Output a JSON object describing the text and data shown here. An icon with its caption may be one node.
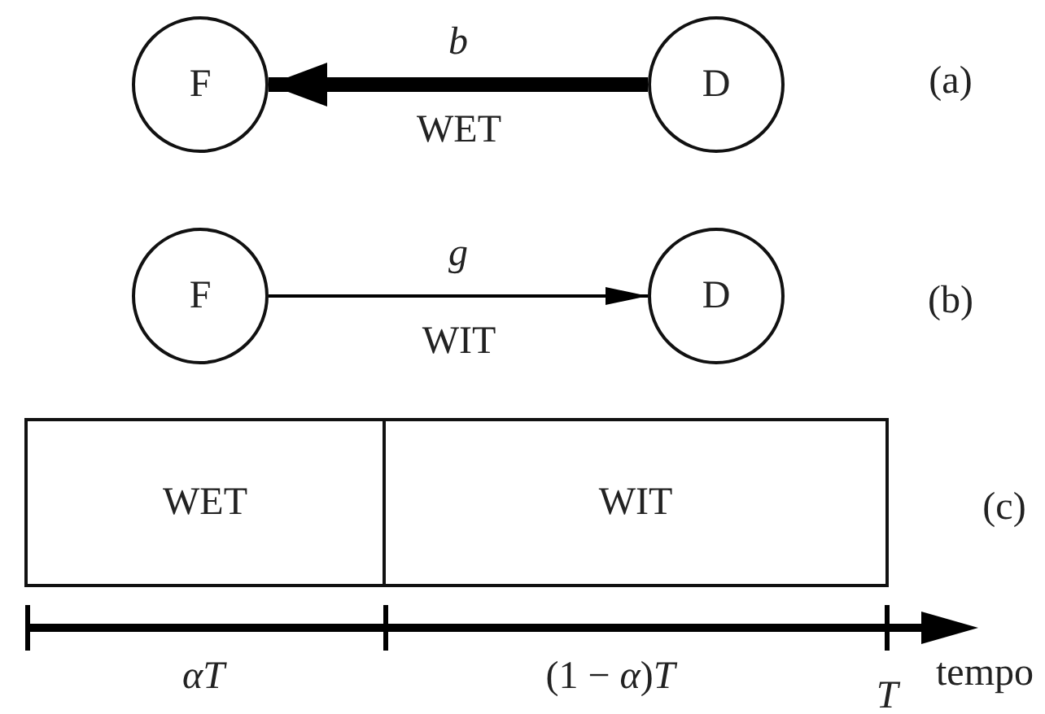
{
  "diagram": {
    "nodes": [
      {
        "text": [
          "F"
        ]
      },
      {
        "text": [
          "D"
        ]
      },
      {
        "text": [
          "F"
        ]
      },
      {
        "text": [
          "D"
        ]
      },
      {
        "text": [
          "WET"
        ]
      },
      {
        "text": [
          "WIT"
        ]
      }
    ],
    "edges": [
      {
        "from": 1,
        "to": 0,
        "arrow": "to",
        "style": "thick",
        "label": "b"
      },
      {
        "from": 2,
        "to": 3,
        "arrow": "to",
        "label": "g"
      }
    ],
    "labels": [
      "WET",
      "(a)",
      "WIT",
      "(b)",
      "(c)",
      "αT",
      "(1 − *α*)*T*",
      "T",
      "tempo"
    ]
  }
}
